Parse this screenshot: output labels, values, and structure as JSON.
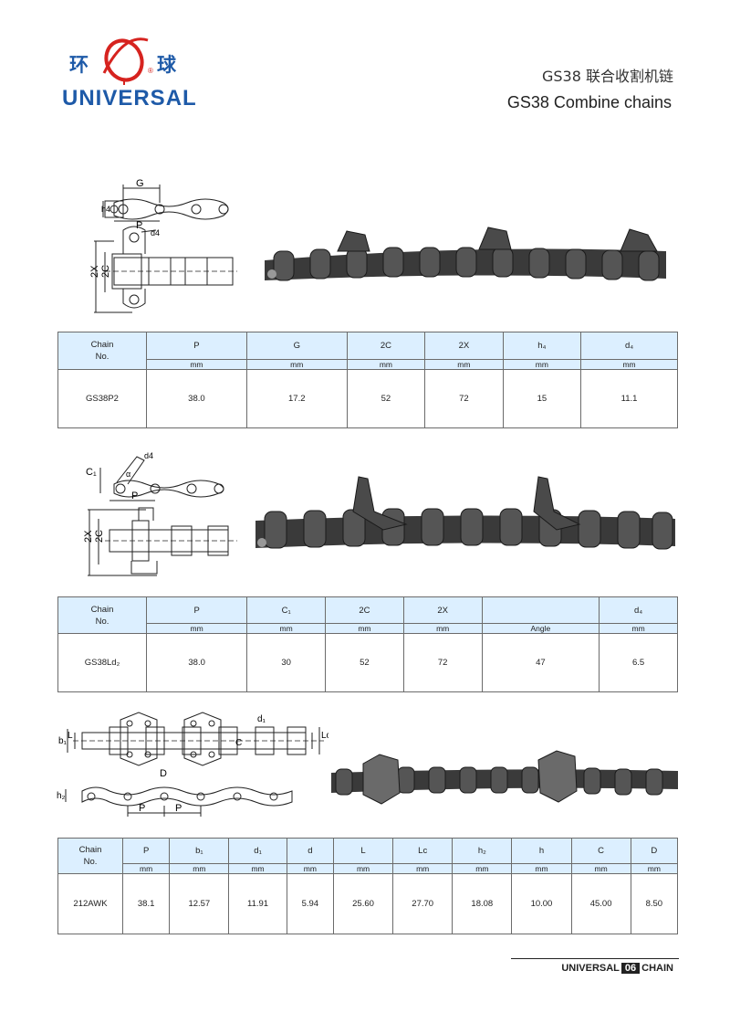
{
  "brand": {
    "cn_left": "环",
    "cn_right": "球",
    "registered": "®",
    "name_en": "UNIVERSAL"
  },
  "title": {
    "cn": "GS38 联合收割机链",
    "en": "GS38 Combine chains"
  },
  "diagram1": {
    "labels": {
      "g": "G",
      "h": "h4",
      "p": "P",
      "d": "d4",
      "x2": "2X",
      "c2": "2C"
    }
  },
  "diagram2": {
    "labels": {
      "c": "C₁",
      "d": "d4",
      "a": "α",
      "p": "P",
      "x2": "2X",
      "c2": "2C"
    }
  },
  "diagram3": {
    "labels": {
      "b": "b₁",
      "l": "L",
      "lc": "Lc",
      "d1": "d₁",
      "c": "C",
      "d": "D",
      "h": "h₂",
      "p1": "P",
      "p2": "P"
    }
  },
  "table1": {
    "chain_label": "Chain",
    "no_label": "No.",
    "columns": [
      {
        "name": "P",
        "unit": "mm"
      },
      {
        "name": "G",
        "unit": "mm"
      },
      {
        "name": "2C",
        "unit": "mm"
      },
      {
        "name": "2X",
        "unit": "mm"
      },
      {
        "name": "h₄",
        "unit": "mm"
      },
      {
        "name": "d₄",
        "unit": "mm"
      }
    ],
    "row": {
      "chain": "GS38P2",
      "values": [
        "38.0",
        "17.2",
        "52",
        "72",
        "15",
        "11.1"
      ]
    }
  },
  "table2": {
    "chain_label": "Chain",
    "no_label": "No.",
    "columns": [
      {
        "name": "P",
        "unit": "mm"
      },
      {
        "name": "C₁",
        "unit": "mm"
      },
      {
        "name": "2C",
        "unit": "mm"
      },
      {
        "name": "2X",
        "unit": "mm"
      },
      {
        "name": "",
        "unit": "Angle"
      },
      {
        "name": "d₄",
        "unit": "mm"
      }
    ],
    "row": {
      "chain": "GS38Ld₂",
      "values": [
        "38.0",
        "30",
        "52",
        "72",
        "47",
        "6.5"
      ]
    }
  },
  "table3": {
    "chain_label": "Chain",
    "no_label": "No.",
    "columns": [
      {
        "name": "P",
        "unit": "mm"
      },
      {
        "name": "b₁",
        "unit": "mm"
      },
      {
        "name": "d₁",
        "unit": "mm"
      },
      {
        "name": "d",
        "unit": "mm"
      },
      {
        "name": "L",
        "unit": "mm"
      },
      {
        "name": "Lc",
        "unit": "mm"
      },
      {
        "name": "h₂",
        "unit": "mm"
      },
      {
        "name": "h",
        "unit": "mm"
      },
      {
        "name": "C",
        "unit": "mm"
      },
      {
        "name": "D",
        "unit": "mm"
      }
    ],
    "row": {
      "chain": "212AWK",
      "values": [
        "38.1",
        "12.57",
        "11.91",
        "5.94",
        "25.60",
        "27.70",
        "18.08",
        "10.00",
        "45.00",
        "8.50"
      ]
    }
  },
  "footer": {
    "left": "UNIVERSAL",
    "page": "06",
    "right": "CHAIN"
  },
  "colors": {
    "brand_blue": "#1e5aa8",
    "logo_red": "#d6231f",
    "table_header": "#dcefff"
  }
}
